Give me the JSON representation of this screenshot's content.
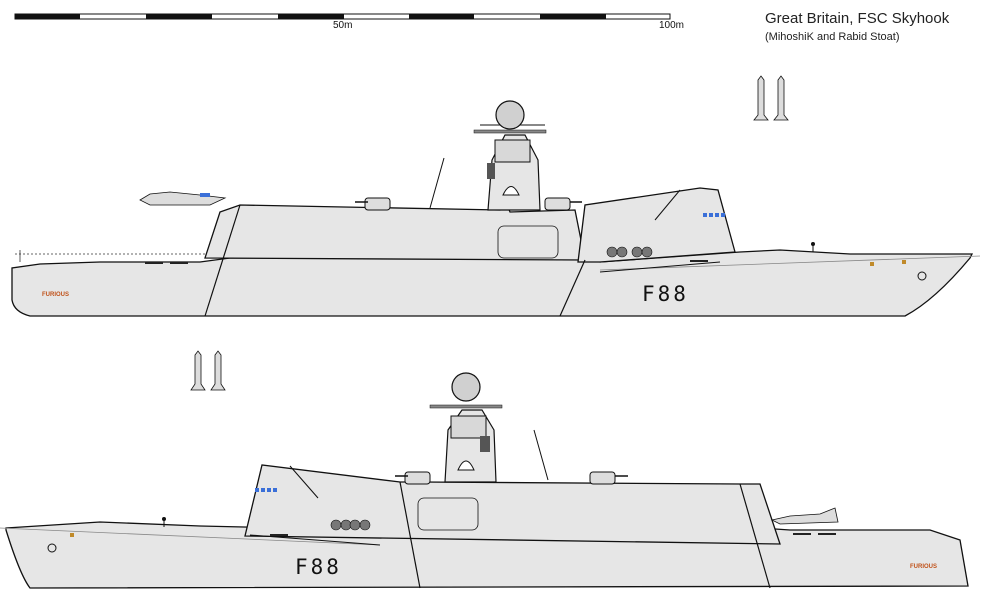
{
  "header": {
    "title": "Great Britain, FSC Skyhook",
    "credits": "(MihoshiK and Rabid Stoat)"
  },
  "scale_bar": {
    "label_mid": "50m",
    "label_end": "100m"
  },
  "ships": [
    {
      "view": "starboard",
      "hull_number": "F88",
      "name": "FURIOUS"
    },
    {
      "view": "port",
      "hull_number": "F88",
      "name": "FURIOUS"
    }
  ],
  "colors": {
    "hull": "#e6e6e6",
    "outline": "#111111",
    "window_blue": "#3a6fd8",
    "name_orange": "#c0521a",
    "deck_marker": "#c08a2a"
  }
}
